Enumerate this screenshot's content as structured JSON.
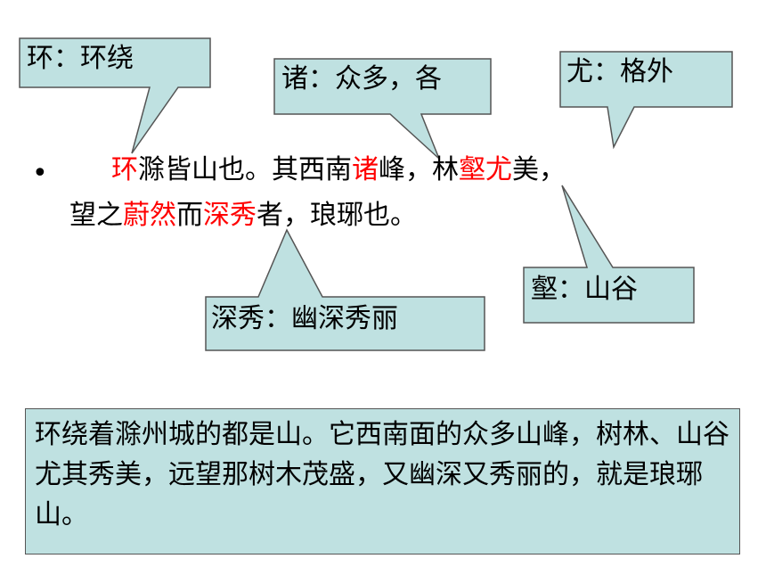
{
  "callouts": {
    "huan": "环：环绕",
    "zhu": "诸：众多，各",
    "you": "尤：格外",
    "he": "壑：山谷",
    "shenxiu": "深秀：幽深秀丽"
  },
  "passage": {
    "bullet": "•",
    "line1": [
      {
        "text": "环",
        "highlight": true
      },
      {
        "text": "滁皆山也。其西南",
        "highlight": false
      },
      {
        "text": "诸",
        "highlight": true
      },
      {
        "text": "峰，林",
        "highlight": false
      },
      {
        "text": "壑尤",
        "highlight": true
      },
      {
        "text": "美，",
        "highlight": false
      }
    ],
    "line2": [
      {
        "text": "望之",
        "highlight": false
      },
      {
        "text": "蔚然",
        "highlight": true
      },
      {
        "text": "而",
        "highlight": false
      },
      {
        "text": "深秀",
        "highlight": true
      },
      {
        "text": "者，琅琊也。",
        "highlight": false
      }
    ]
  },
  "translation": "环绕着滁州城的都是山。它西南面的众多山峰，树林、山谷尤其秀美，远望那树木茂盛，又幽深又秀丽的，就是琅琊山。",
  "colors": {
    "callout_fill": "#bfe1e1",
    "highlight": "#ff0000"
  }
}
